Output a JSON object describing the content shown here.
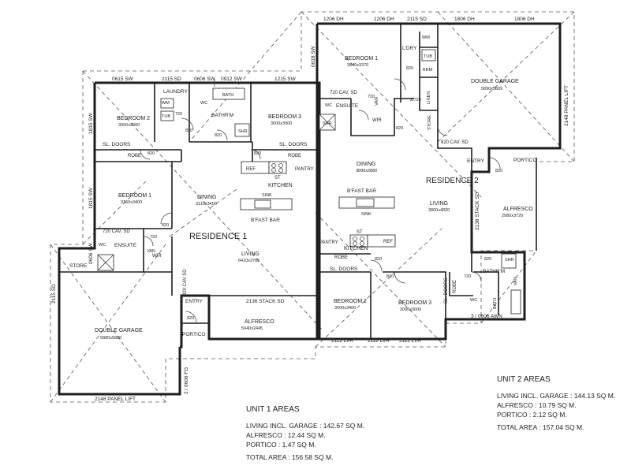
{
  "unit1": {
    "residence": "RESIDENCE 1",
    "rooms": {
      "bedroom2": [
        "BEDROOM 2",
        "3000x3000"
      ],
      "bedroom3": [
        "BEDROOM 3",
        "3000x3000"
      ],
      "bedroom1": [
        "BEDROOM 1",
        "3760x3400"
      ],
      "dining": [
        "DINING",
        "3110x3400"
      ],
      "living": [
        "LIVING",
        "6410x3765"
      ],
      "alfresco": [
        "ALFRESCO",
        "5040x2445"
      ],
      "garage": [
        "DOUBLE GARAGE",
        "5880x5880"
      ]
    },
    "labels": {
      "laundry": "LAUNDRY",
      "wm": "WM",
      "tub": "TUB",
      "wc": "WC",
      "bath": "BATH",
      "bathroom": "BATHR'M",
      "shr": "SHR",
      "sl_doors": "SL. DOORS",
      "robe": "ROBE",
      "ref": "REF",
      "st": "ST",
      "pantry": "PANTRY",
      "kitchen": "KITCHEN",
      "sink": "SINK",
      "bfast": "B'FAST BAR",
      "ensuite": "ENSUITE",
      "van": "VAN",
      "wir": "WIR",
      "store": "STORE",
      "entry": "ENTRY",
      "portico": "PORTICO",
      "cav": "720 CAV. SD",
      "d820": "820",
      "d720": "720",
      "c820cav": "820 CAV SD"
    },
    "dims": {
      "w0615": "0615 SW",
      "w2115": "2115 SD",
      "w0606": "0606 SW",
      "w0912": "0912 SW",
      "w1215": "1215 SW",
      "left1815a": "1815 SW",
      "left1815b": "1815 SW",
      "left0606": "0606 SW",
      "sd2115": "2115 SD",
      "stack": "2136 STACK SD",
      "fg": "2 / 0606 FG",
      "lift": "2148 PANEL LIFT"
    }
  },
  "unit2": {
    "residence": "RESIDENCE 2",
    "rooms": {
      "bedroom1": [
        "BEDROOM 1",
        "3840x3370"
      ],
      "garage": [
        "DOUBLE GARAGE",
        "5890x5809"
      ],
      "dining": [
        "DINING",
        "3890x2880"
      ],
      "living": [
        "LIVING",
        "3800x4820"
      ],
      "alfresco": [
        "ALFRESCO",
        "2980x3720"
      ],
      "bedroom2": [
        "BEDROOM 2",
        "3000x3400"
      ],
      "bedroom3": [
        "BEDROOM 3",
        "3000x3000"
      ]
    },
    "labels": {
      "wm": "WM",
      "ldry": "L'DRY",
      "tub": "TUB",
      "brm": "BRM",
      "linen": "LINEN",
      "store": "STORE",
      "wc": "WC",
      "ensuite": "ENSUITE",
      "van": "VAN",
      "wir": "WIR",
      "shr": "SHR",
      "cav": "720 CAV. SD",
      "cav820": "820 CAV. SD",
      "entry": "ENTRY",
      "portico": "PORTICO",
      "bfast": "B'FAST BAR",
      "sink": "SINK",
      "st": "ST",
      "ref": "REF",
      "pantry": "PANTRY",
      "kitchen": "KITCHEN",
      "robe": "ROBE",
      "sl_doors": "SL. DOORS",
      "bathroom": "BATHR'M",
      "bath": "BATH",
      "d820": "820",
      "d720": "720",
      "d2720": "2/720"
    },
    "dims": {
      "dh1": "1206 DH",
      "dh2": "1206 DH",
      "sd": "2115 SD",
      "dh3": "1806 DH",
      "dh4": "1806 DH",
      "left0618": "0618 SW",
      "lift": "2148 PANEL LIFT",
      "stack": "2138 STACK SD",
      "awn": "3 / 0606 AWN",
      "lvr1": "2112 LVR",
      "lvr2": "2112 LVR",
      "lvr3": "2112 LVR"
    }
  },
  "areas": {
    "unit1": {
      "title": "UNIT 1 AREAS",
      "rows": [
        "LIVING INCL. GARAGE : 142.67 SQ M.",
        "ALFRESCO : 12.44 SQ M.",
        "PORTICO : 1.47 SQ M."
      ],
      "total": "TOTAL AREA : 156.58 SQ M."
    },
    "unit2": {
      "title": "UNIT 2 AREAS",
      "rows": [
        "LIVING INCL. GARAGE : 144.13 SQ M.",
        "ALFRESCO : 10.79 SQ M.",
        "PORTICO : 2.12 SQ M."
      ],
      "total": "TOTAL AREA : 157.04 SQ M."
    }
  }
}
